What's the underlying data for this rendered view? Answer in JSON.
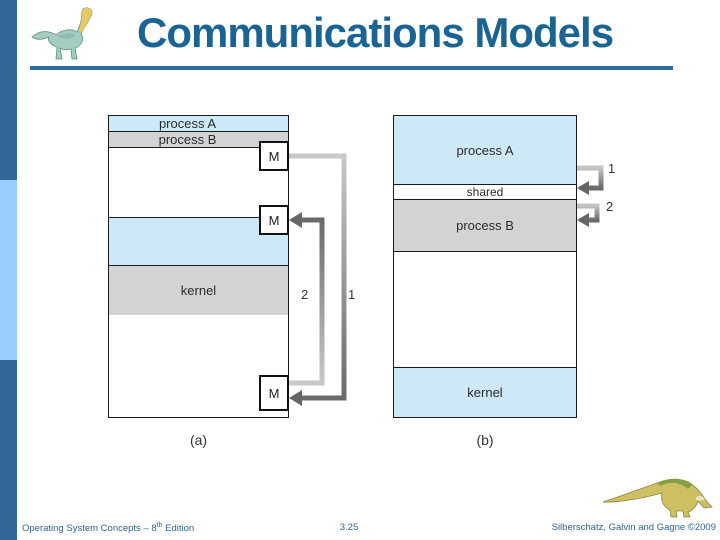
{
  "slide": {
    "title": "Communications Models",
    "footer": {
      "left_prefix": "Operating System Concepts – 8",
      "left_sup": "th",
      "left_suffix": " Edition",
      "page": "3.25",
      "right": "Silberschatz, Galvin and Gagne ©2009"
    }
  },
  "diagram_a": {
    "caption": "(a)",
    "process_a_label": "process A",
    "process_b_label": "process B",
    "kernel_label": "kernel",
    "message_label": "M",
    "step_1": "1",
    "step_2": "2"
  },
  "diagram_b": {
    "caption": "(b)",
    "process_a_label": "process A",
    "shared_label": "shared",
    "process_b_label": "process B",
    "kernel_label": "kernel",
    "step_1": "1",
    "step_2": "2"
  },
  "colors": {
    "title": "#1A6493",
    "sidebar_dark": "#336699",
    "sidebar_light": "#99CCFF",
    "band_blue": "#CDE8F7",
    "band_gray": "#D3D3D3",
    "arrow_light": "#C8C8C8",
    "arrow_dark": "#6A6A6A",
    "footer_text": "#2F6394"
  }
}
